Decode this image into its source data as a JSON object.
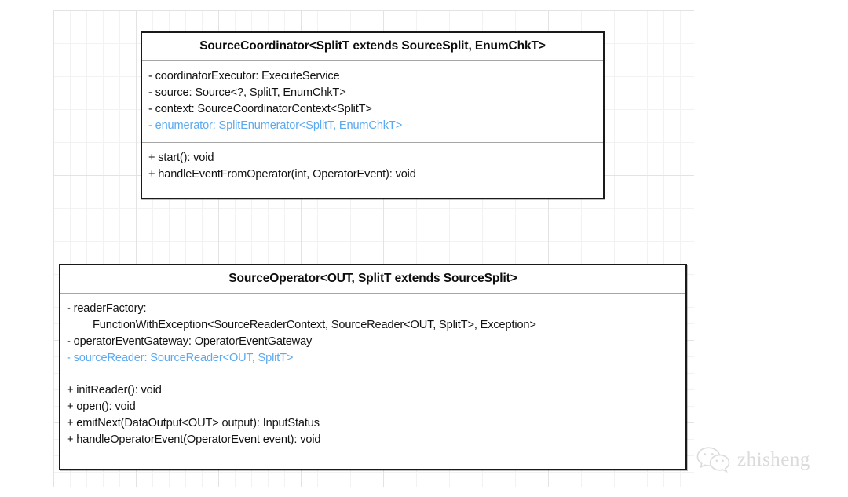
{
  "canvas": {
    "background": "#ffffff",
    "grid_minor_color": "#f2f2f2",
    "grid_major_color": "#e3e3e3"
  },
  "theme": {
    "text_color": "#121212",
    "border_color": "#1a1a1a",
    "divider_color": "#a6a6a6",
    "highlight_color": "#5ba9f0",
    "watermark_color": "#d8d8d8"
  },
  "diagram": {
    "type": "uml-class-diagram",
    "classes": [
      {
        "id": "source-coordinator",
        "title": "SourceCoordinator<SplitT extends SourceSplit, EnumChkT>",
        "attributes": [
          {
            "text": "- coordinatorExecutor: ExecuteService",
            "highlight": false,
            "indent": false
          },
          {
            "text": "- source: Source<?, SplitT, EnumChkT>",
            "highlight": false,
            "indent": false
          },
          {
            "text": "- context: SourceCoordinatorContext<SplitT>",
            "highlight": false,
            "indent": false
          },
          {
            "text": "- enumerator: SplitEnumerator<SplitT, EnumChkT>",
            "highlight": true,
            "indent": false
          }
        ],
        "methods": [
          {
            "text": "+ start(): void",
            "highlight": false,
            "indent": false
          },
          {
            "text": "+ handleEventFromOperator(int, OperatorEvent): void",
            "highlight": false,
            "indent": false
          }
        ]
      },
      {
        "id": "source-operator",
        "title": "SourceOperator<OUT, SplitT extends SourceSplit>",
        "attributes": [
          {
            "text": "- readerFactory:",
            "highlight": false,
            "indent": false
          },
          {
            "text": "FunctionWithException<SourceReaderContext, SourceReader<OUT, SplitT>, Exception>",
            "highlight": false,
            "indent": true
          },
          {
            "text": "- operatorEventGateway: OperatorEventGateway",
            "highlight": false,
            "indent": false
          },
          {
            "text": "- sourceReader: SourceReader<OUT, SplitT>",
            "highlight": true,
            "indent": false
          }
        ],
        "methods": [
          {
            "text": "+ initReader(): void",
            "highlight": false,
            "indent": false
          },
          {
            "text": "+ open(): void",
            "highlight": false,
            "indent": false
          },
          {
            "text": "+ emitNext(DataOutput<OUT> output): InputStatus",
            "highlight": false,
            "indent": false
          },
          {
            "text": "+ handleOperatorEvent(OperatorEvent event): void",
            "highlight": false,
            "indent": false
          }
        ]
      }
    ]
  },
  "watermark": {
    "icon": "wechat-logo-icon",
    "label": "zhisheng"
  }
}
